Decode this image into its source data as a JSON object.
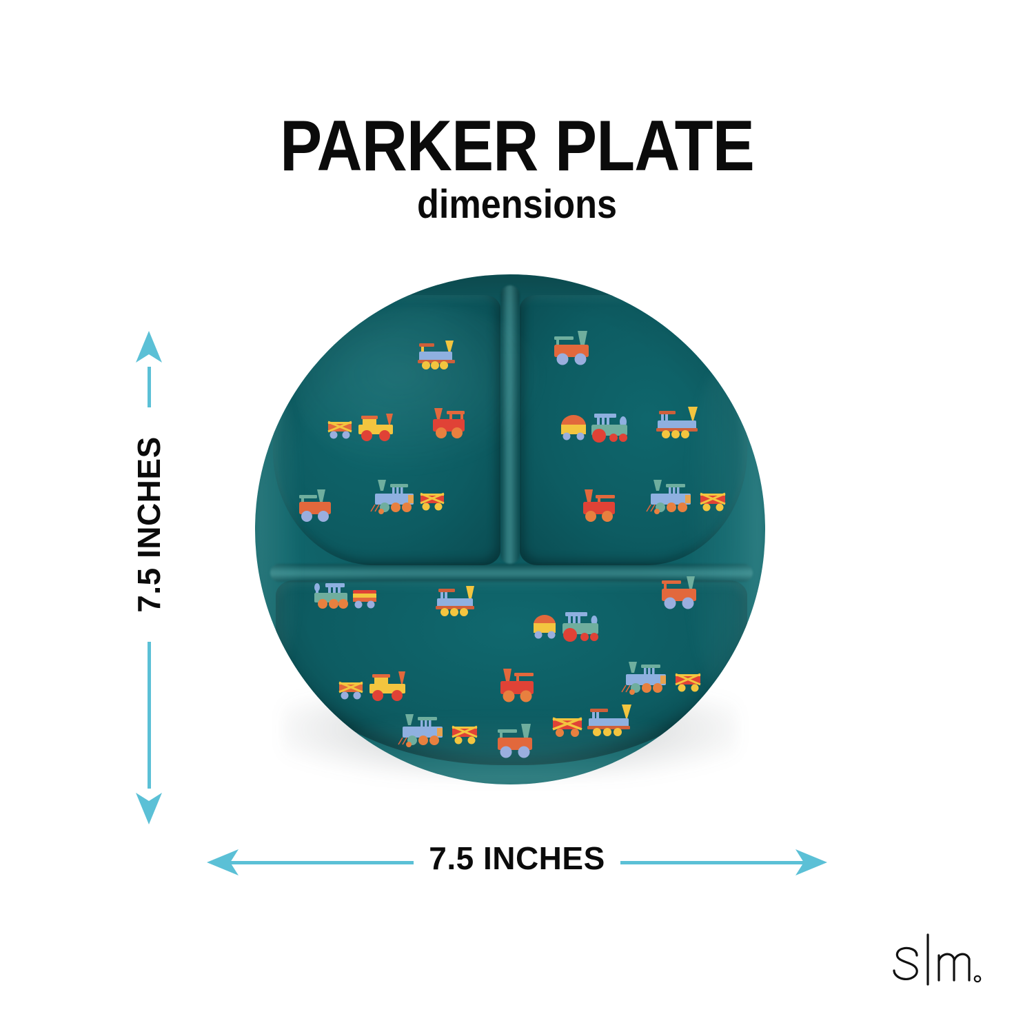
{
  "header": {
    "title": "PARKER PLATE",
    "subtitle": "dimensions"
  },
  "dimensions": {
    "height_label": "7.5 INCHES",
    "width_label": "7.5 INCHES",
    "arrow_color": "#5bc0d6"
  },
  "product": {
    "name": "Parker Plate",
    "plate_color": "#0d5c62",
    "compartments": [
      {
        "id": "upper-left",
        "shape": "quarter-round"
      },
      {
        "id": "upper-right",
        "shape": "quarter-round"
      },
      {
        "id": "lower",
        "shape": "half-round"
      }
    ],
    "pattern": "trains",
    "pattern_colors": {
      "blue": "#8fb0e0",
      "orange": "#e2683c",
      "red": "#e04236",
      "yellow": "#f5c63f",
      "teal": "#6fae9e",
      "wheel_blue": "#9aaede",
      "wheel_yellow": "#f3c53f",
      "wheel_orange": "#e8803f"
    }
  },
  "brand": {
    "logo_text": "s|m.",
    "logo_name": "simple-modern-logo"
  }
}
